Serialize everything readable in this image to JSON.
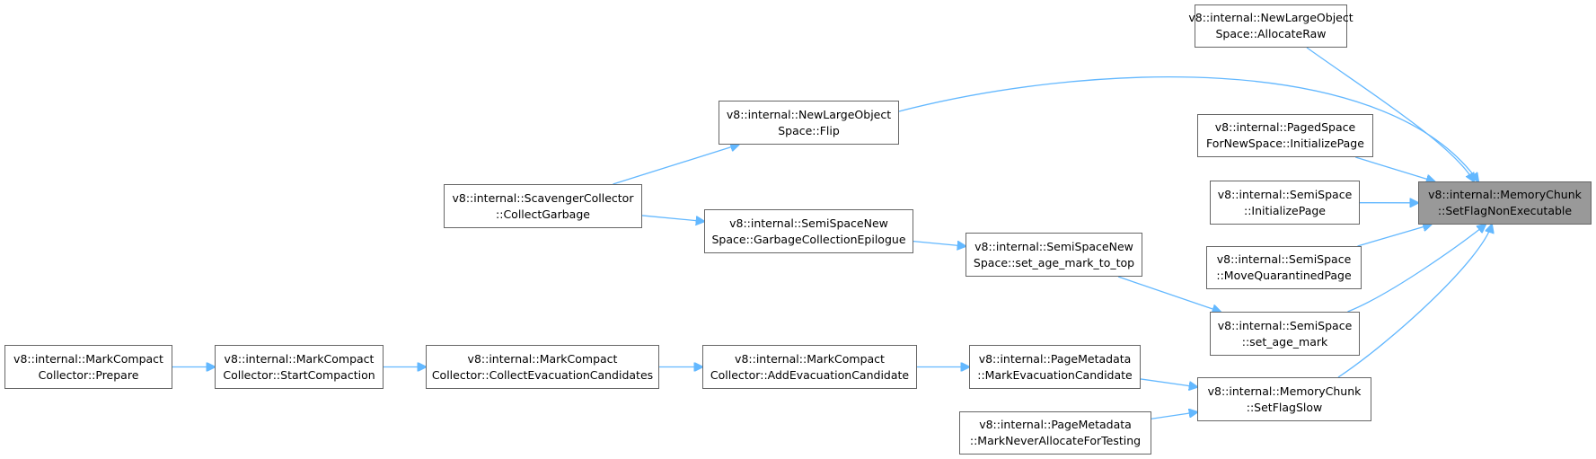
{
  "nodes": {
    "target": {
      "line1": "v8::internal::MemoryChunk",
      "line2": "::SetFlagNonExecutable"
    },
    "nlo_allocate_raw": {
      "line1": "v8::internal::NewLargeObject",
      "line2": "Space::AllocateRaw"
    },
    "nlo_flip": {
      "line1": "v8::internal::NewLargeObject",
      "line2": "Space::Flip"
    },
    "paged_init_page": {
      "line1": "v8::internal::PagedSpace",
      "line2": "ForNewSpace::InitializePage"
    },
    "semi_init_page": {
      "line1": "v8::internal::SemiSpace",
      "line2": "::InitializePage"
    },
    "semi_move_quarantined": {
      "line1": "v8::internal::SemiSpace",
      "line2": "::MoveQuarantinedPage"
    },
    "semi_set_age_mark": {
      "line1": "v8::internal::SemiSpace",
      "line2": "::set_age_mark"
    },
    "memchunk_set_flag_slow": {
      "line1": "v8::internal::MemoryChunk",
      "line2": "::SetFlagSlow"
    },
    "scavenger_collect": {
      "line1": "v8::internal::ScavengerCollector",
      "line2": "::CollectGarbage"
    },
    "ssn_gc_epilogue": {
      "line1": "v8::internal::SemiSpaceNew",
      "line2": "Space::GarbageCollectionEpilogue"
    },
    "ssn_set_age_mark_top": {
      "line1": "v8::internal::SemiSpaceNew",
      "line2": "Space::set_age_mark_to_top"
    },
    "mc_prepare": {
      "line1": "v8::internal::MarkCompact",
      "line2": "Collector::Prepare"
    },
    "mc_start_compaction": {
      "line1": "v8::internal::MarkCompact",
      "line2": "Collector::StartCompaction"
    },
    "mc_collect_evac": {
      "line1": "v8::internal::MarkCompact",
      "line2": "Collector::CollectEvacuationCandidates"
    },
    "mc_add_evac": {
      "line1": "v8::internal::MarkCompact",
      "line2": "Collector::AddEvacuationCandidate"
    },
    "pm_mark_evac": {
      "line1": "v8::internal::PageMetadata",
      "line2": "::MarkEvacuationCandidate"
    },
    "pm_mark_never_alloc": {
      "line1": "v8::internal::PageMetadata",
      "line2": "::MarkNeverAllocateForTesting"
    }
  },
  "edges": [
    {
      "from": "nlo_allocate_raw",
      "to": "target"
    },
    {
      "from": "nlo_flip",
      "to": "target"
    },
    {
      "from": "paged_init_page",
      "to": "target"
    },
    {
      "from": "semi_init_page",
      "to": "target"
    },
    {
      "from": "semi_move_quarantined",
      "to": "target"
    },
    {
      "from": "semi_set_age_mark",
      "to": "target"
    },
    {
      "from": "memchunk_set_flag_slow",
      "to": "target"
    },
    {
      "from": "scavenger_collect",
      "to": "nlo_flip"
    },
    {
      "from": "scavenger_collect",
      "to": "ssn_gc_epilogue"
    },
    {
      "from": "ssn_gc_epilogue",
      "to": "ssn_set_age_mark_top"
    },
    {
      "from": "ssn_set_age_mark_top",
      "to": "semi_set_age_mark"
    },
    {
      "from": "mc_prepare",
      "to": "mc_start_compaction"
    },
    {
      "from": "mc_start_compaction",
      "to": "mc_collect_evac"
    },
    {
      "from": "mc_collect_evac",
      "to": "mc_add_evac"
    },
    {
      "from": "mc_add_evac",
      "to": "pm_mark_evac"
    },
    {
      "from": "pm_mark_evac",
      "to": "memchunk_set_flag_slow"
    },
    {
      "from": "pm_mark_never_alloc",
      "to": "memchunk_set_flag_slow"
    }
  ],
  "colors": {
    "edge": "#63b8ff",
    "node_border": "#666666",
    "target_fill": "#999999"
  }
}
